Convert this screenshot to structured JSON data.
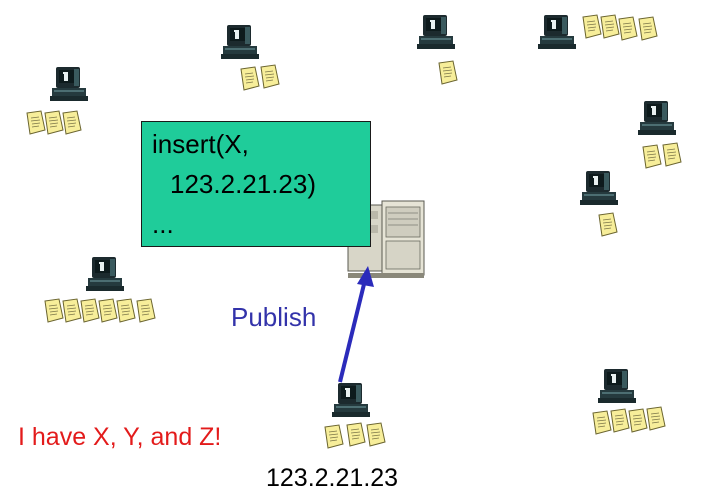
{
  "message_box": {
    "line1": "insert(X,",
    "line2": "123.2.21.23)",
    "line3": "..."
  },
  "labels": {
    "publish": "Publish",
    "claim": "I have X, Y, and Z!",
    "publisher_ip": "123.2.21.23"
  },
  "colors": {
    "box_fill": "#1fcc9a",
    "publish_text": "#3333aa",
    "claim_text": "#e31b1b",
    "arrow": "#2b2bbb"
  },
  "icons": [
    "computer-icon",
    "file-icon",
    "server-icon"
  ]
}
